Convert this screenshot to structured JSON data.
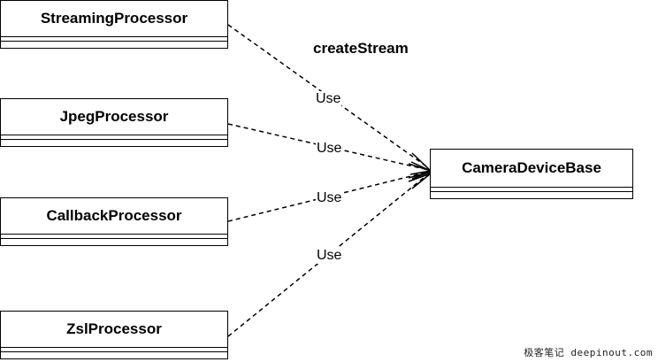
{
  "classes": {
    "streaming": "StreamingProcessor",
    "jpeg": "JpegProcessor",
    "callback": "CallbackProcessor",
    "zsl": "ZslProcessor",
    "camera": "CameraDeviceBase"
  },
  "edge_label": "Use",
  "note": "createStream",
  "watermark": "极客笔记 deepinout.com"
}
